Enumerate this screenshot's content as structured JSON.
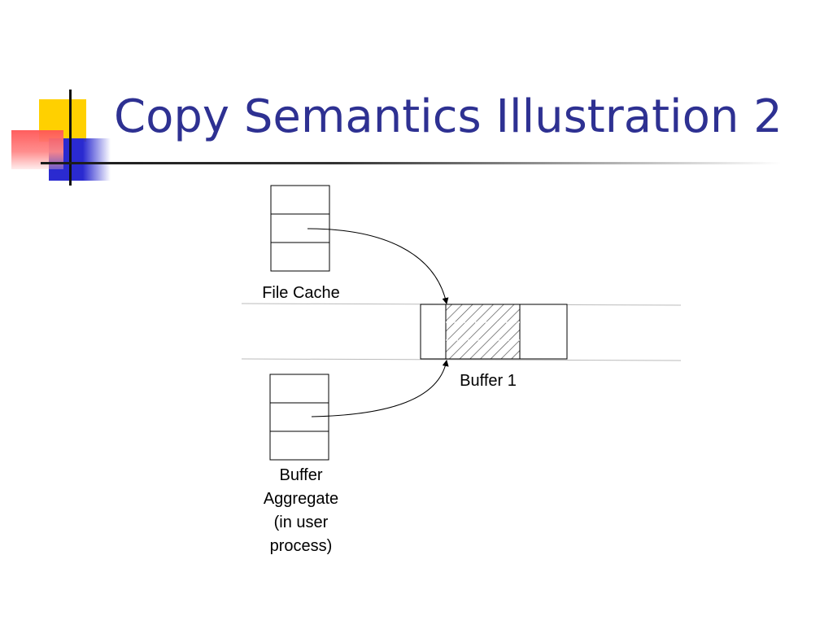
{
  "slide": {
    "title": "Copy Semantics Illustration 2"
  },
  "diagram": {
    "file_cache_label": "File Cache",
    "buffer_label": "Buffer 1",
    "aggregate_label_lines": [
      "Buffer",
      "Aggregate",
      "(in user",
      "process)"
    ]
  },
  "colors": {
    "title": "#2e3192",
    "accent_yellow": "#ffd000",
    "accent_blue": "#2a2ad0",
    "accent_red": "#ff5555"
  }
}
